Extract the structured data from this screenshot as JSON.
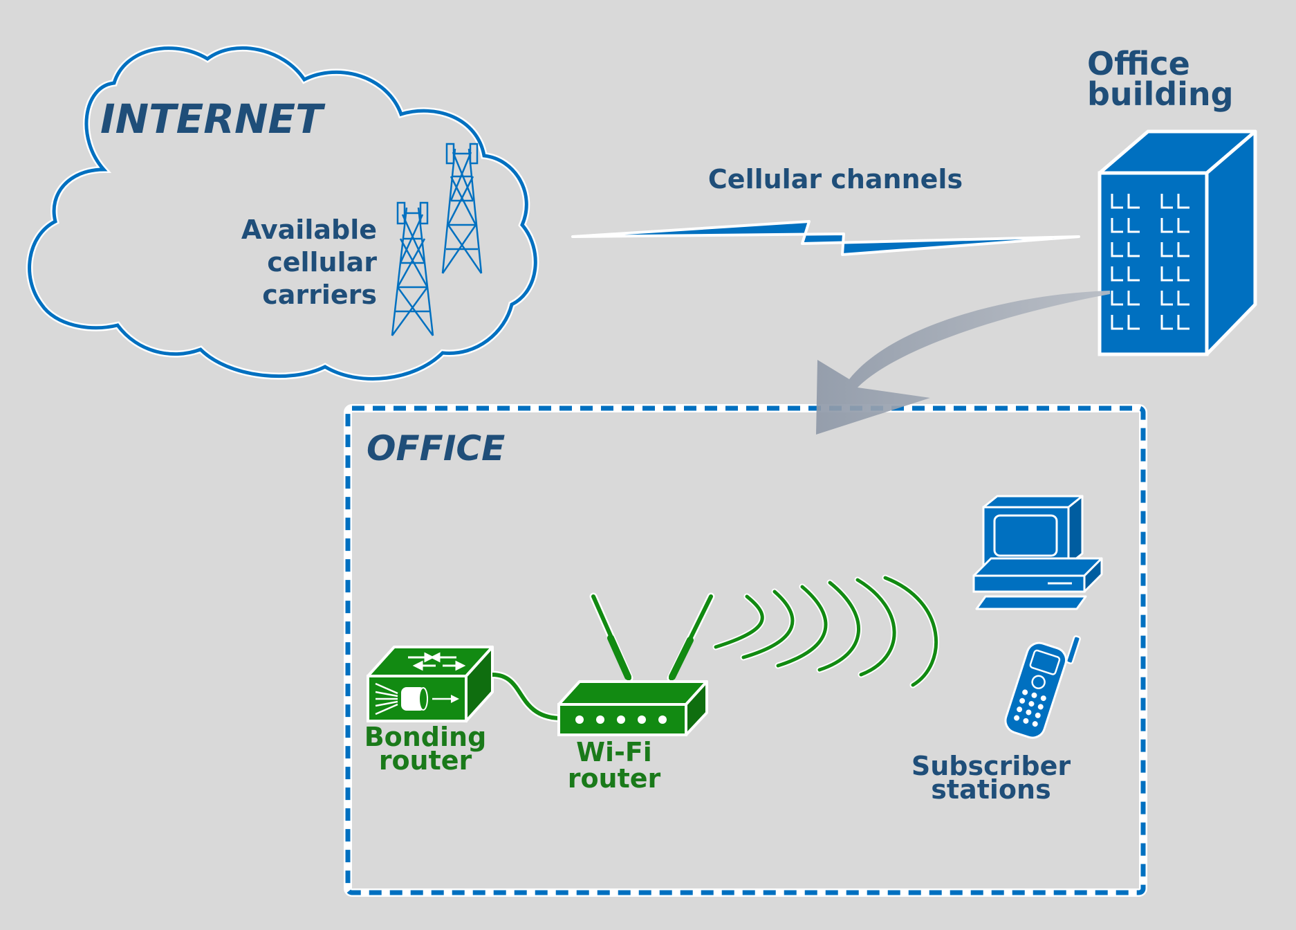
{
  "internet": {
    "title": "INTERNET",
    "carriers_label": [
      "Available",
      "cellular",
      "carriers"
    ]
  },
  "link": {
    "label": "Cellular channels"
  },
  "building": {
    "label": [
      "Office",
      "building"
    ]
  },
  "office": {
    "title": "OFFICE",
    "bonding_router": [
      "Bonding",
      "router"
    ],
    "wifi_router": [
      "Wi-Fi",
      "router"
    ],
    "subscriber_stations": [
      "Subscriber",
      "stations"
    ]
  },
  "colors": {
    "background": "#d9d9d9",
    "blue": "#0070c0",
    "dark_blue_text": "#1f4e79",
    "green": "#128a12",
    "dark_green": "#0f6e0f",
    "arrow_gray": "#9aa3b0"
  }
}
